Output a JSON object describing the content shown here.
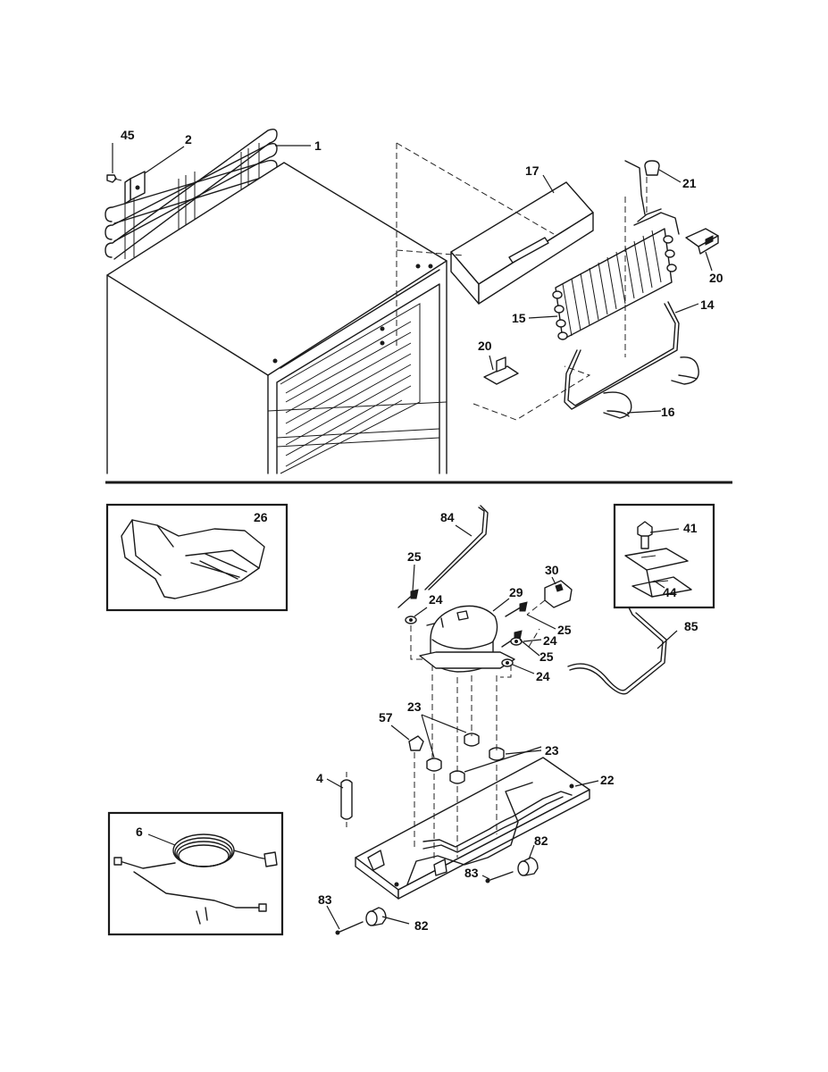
{
  "callouts": {
    "c45": "45",
    "c2": "2",
    "c1": "1",
    "c17": "17",
    "c21": "21",
    "c20a": "20",
    "c15": "15",
    "c14": "14",
    "c20b": "20",
    "c16": "16",
    "c26": "26",
    "c84": "84",
    "c41": "41",
    "c25a": "25",
    "c30": "30",
    "c29": "29",
    "c24a": "24",
    "c44": "44",
    "c25b": "25",
    "c24b": "24",
    "c85": "85",
    "c25c": "25",
    "c24c": "24",
    "c57": "57",
    "c23a": "23",
    "c23b": "23",
    "c4": "4",
    "c22": "22",
    "c6": "6",
    "c82a": "82",
    "c83a": "83",
    "c83b": "83",
    "c82b": "82"
  }
}
